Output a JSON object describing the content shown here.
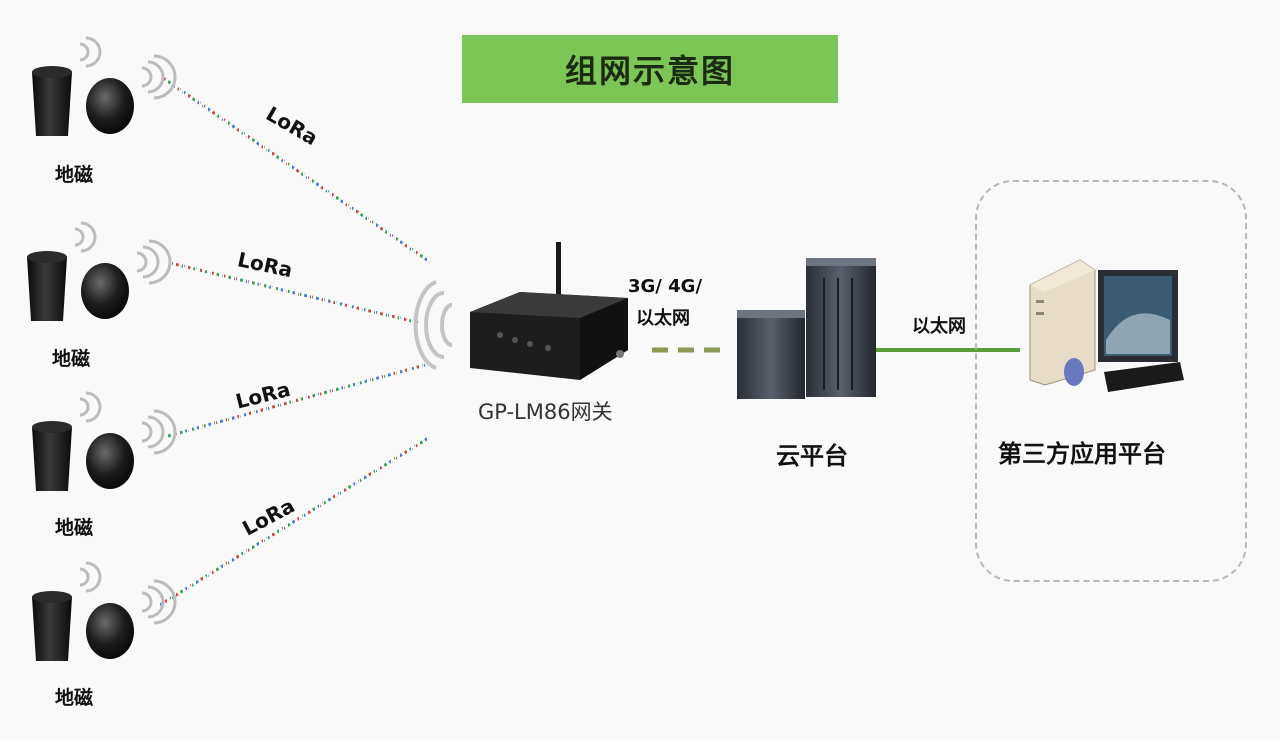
{
  "title": "组网示意图",
  "sensors": [
    {
      "label": "地磁"
    },
    {
      "label": "地磁"
    },
    {
      "label": "地磁"
    },
    {
      "label": "地磁"
    }
  ],
  "links": {
    "lora": [
      "LoRa",
      "LoRa",
      "LoRa",
      "LoRa"
    ],
    "gateway_to_cloud_line1": "3G/ 4G/",
    "gateway_to_cloud_line2": "以太网",
    "cloud_to_third": "以太网"
  },
  "gateway": {
    "label": "GP-LM86网关"
  },
  "cloud": {
    "label": "云平台"
  },
  "third_party": {
    "label": "第三方应用平台"
  },
  "colors": {
    "title_bg": "#7bc656",
    "ethernet_line": "#5a9b3c",
    "lora_green": "#3aa35a",
    "lora_blue": "#4a7fd0",
    "lora_red": "#d04a4a"
  }
}
